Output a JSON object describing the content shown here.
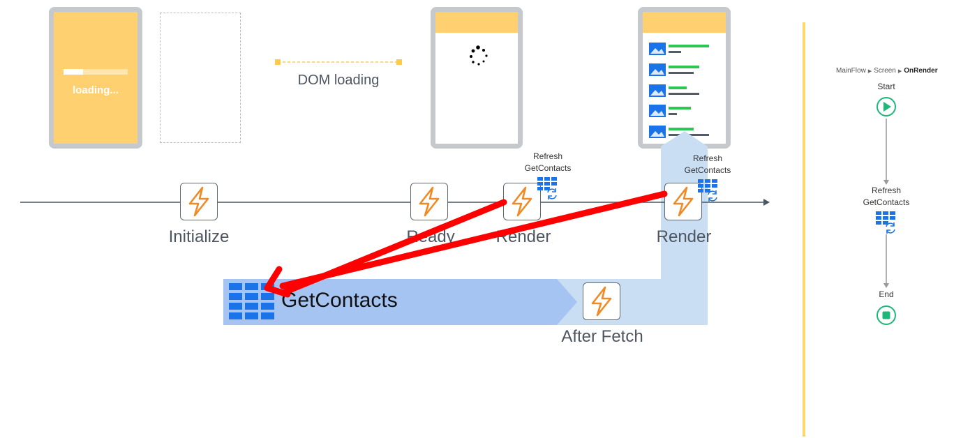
{
  "screens": {
    "loading_text": "loading...",
    "dom_loading_label": "DOM loading"
  },
  "timeline": {
    "events": [
      {
        "label": "Initialize"
      },
      {
        "label": "Ready"
      },
      {
        "label": "Render"
      },
      {
        "label": "Render"
      }
    ],
    "refresh_labels": [
      {
        "line1": "Refresh",
        "line2": "GetContacts"
      },
      {
        "line1": "Refresh",
        "line2": "GetContacts"
      }
    ]
  },
  "aggregate": {
    "name": "GetContacts",
    "after_fetch_label": "After Fetch"
  },
  "flow": {
    "breadcrumb": [
      "MainFlow",
      "Screen",
      "OnRender"
    ],
    "start_label": "Start",
    "refresh_line1": "Refresh",
    "refresh_line2": "GetContacts",
    "end_label": "End"
  },
  "colors": {
    "loading_yellow": "#ffd070",
    "phone_border": "#c5c8cc",
    "timeline_line": "#4a5560",
    "bolt_orange": "#f08a24",
    "aggregate_blue": "#a6c4f2",
    "after_fetch_blue": "#c9ddf3",
    "table_icon_blue": "#1a73e8",
    "arrow_red": "#ff0000",
    "flow_green": "#1db877",
    "divider_yellow": "#ffd76a"
  }
}
